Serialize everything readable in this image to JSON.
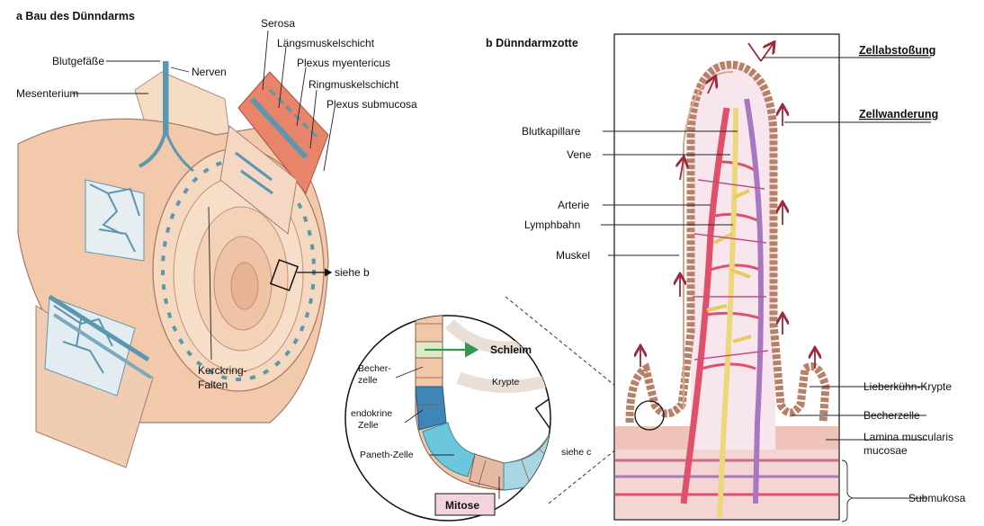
{
  "panel_a": {
    "title": "a  Bau des Dünndarms",
    "labels": {
      "blutgefaesse": "Blutgefäße",
      "nerven": "Nerven",
      "mesenterium": "Mesenterium",
      "serosa": "Serosa",
      "laengsmuskel": "Längsmuskelschicht",
      "plexus_my": "Plexus myentericus",
      "ringmuskel": "Ringmuskelschicht",
      "plexus_sub": "Plexus submucosa",
      "siehe_b": "siehe b",
      "kerckring_1": "Kerckring-",
      "kerckring_2": "Falten"
    }
  },
  "panel_b": {
    "title": "b  Dünndarmzotte",
    "labels": {
      "zellabstossung": "Zellabstoßung",
      "zellwanderung": "Zellwanderung",
      "blutkapillare": "Blutkapillare",
      "vene": "Vene",
      "arterie": "Arterie",
      "lymphbahn": "Lymphbahn",
      "muskel": "Muskel",
      "lieberkuehn": "Lieberkühn-Krypte",
      "becherzelle": "Becherzelle",
      "lamina_1": "Lamina muscularis",
      "lamina_2": "mucosae",
      "submukosa": "Submukosa"
    }
  },
  "inset": {
    "labels": {
      "schleim": "Schleim",
      "krypte": "Krypte",
      "becher_1": "Becher-",
      "becher_2": "zelle",
      "endo_1": "endokrine",
      "endo_2": "Zelle",
      "paneth": "Paneth-Zelle",
      "siehe_c": "siehe c",
      "mitose": "Mitose"
    }
  },
  "colors": {
    "tissue": "#f0c8a8",
    "muscle": "#e8846a",
    "vessel_blue": "#5b97b0",
    "artery": "#e0506a",
    "vein": "#a778c0",
    "lymph": "#ecd77a",
    "arrow_red": "#a0283a",
    "arrow_green": "#2e9a4a",
    "cell_blue": "#6cc6de"
  }
}
